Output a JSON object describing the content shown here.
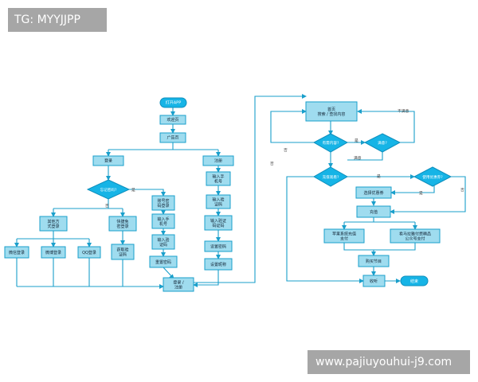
{
  "watermarks": {
    "top": "TG: MYYJJPP",
    "bottom": "www.pajiuyouhui-j9.com"
  },
  "nodes": {
    "open_app": "打开APP",
    "welcome": "欢迎页",
    "ad": "广告页",
    "login": "登录",
    "register": "注册",
    "forgot_pw": [
      "忘记密码?"
    ],
    "other_login": [
      "其他方",
      "式登录"
    ],
    "quick_login": [
      "快捷免",
      "密登录"
    ],
    "account_login": [
      "账号密",
      "码登录"
    ],
    "wechat_login": [
      "微信登录"
    ],
    "weibo_login": [
      "微博登录"
    ],
    "qq_login": [
      "QQ登录"
    ],
    "get_code": [
      "获取验",
      "证码"
    ],
    "input_phone_l": [
      "输入手",
      "机号"
    ],
    "input_code_l": [
      "输入验",
      "证码"
    ],
    "reset_pw": [
      "重置密码"
    ],
    "input_phone_r": [
      "输入手",
      "机号"
    ],
    "input_code_r": [
      "输入验",
      "证码"
    ],
    "input_code2_r": [
      "输入验证",
      "码证码"
    ],
    "set_pw": [
      "设置密码"
    ],
    "set_nick": [
      "设置昵称"
    ],
    "login_register": [
      "登录 /",
      "注册"
    ],
    "home": [
      "首页",
      "搜索 / 查找内容"
    ],
    "has_content": [
      "有需内容?"
    ],
    "satisfied": [
      "满意?"
    ],
    "charge_decision": [
      "充值观看?"
    ],
    "use_coupon": [
      "使用优惠券?"
    ],
    "select_coupon": [
      "选择优惠券"
    ],
    "recharge": [
      "充值"
    ],
    "apple_pay": [
      "苹果系统充值",
      "支付"
    ],
    "wx_pay": [
      "看马拉雅付费精品",
      "公众号支付"
    ],
    "buy_program": [
      "购买节目"
    ],
    "listen": [
      "收听"
    ],
    "end": [
      "结束"
    ]
  },
  "edge_labels": {
    "yes": "是",
    "no": "否",
    "satisfied": "满意",
    "unsatisfied": "不满意"
  }
}
